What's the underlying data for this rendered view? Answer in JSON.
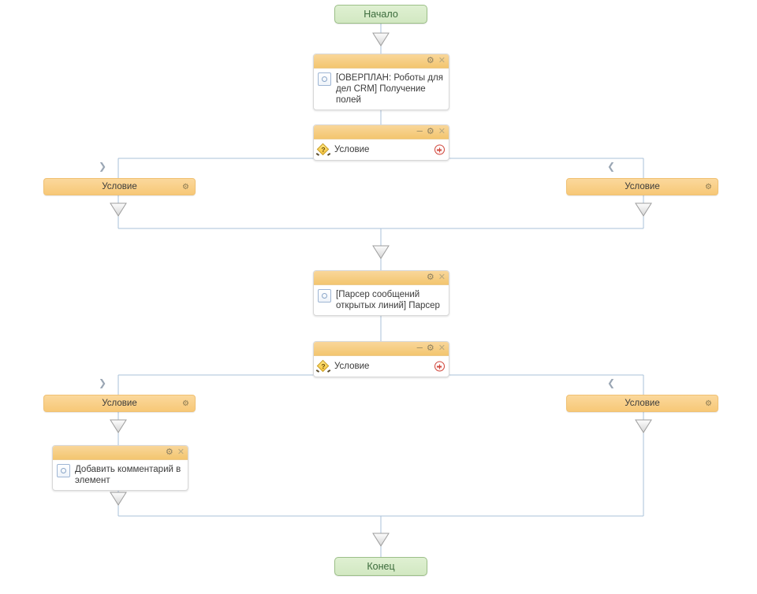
{
  "diagram": {
    "title": "Business process workflow designer",
    "link_color": "#a8c0d8",
    "node_header_color": "#f3c66f",
    "branch_color": "#f7c877",
    "terminal_color": "#d2e8c2"
  },
  "nodes": {
    "start": {
      "label": "Начало",
      "type": "terminal"
    },
    "action_overplan": {
      "label": "[ОВЕРПЛАН: Роботы для дел CRM] Получение полей",
      "type": "action",
      "icon": "robot-action-icon",
      "header_buttons": [
        "gear-icon",
        "close-icon"
      ]
    },
    "condition_1": {
      "label": "Условие",
      "type": "condition",
      "icon": "condition-diamond-icon",
      "header_buttons": [
        "minimize-icon",
        "gear-icon",
        "close-icon"
      ],
      "add_button": "add-branch-icon"
    },
    "branch_1_left": {
      "label": "Условие",
      "type": "branch",
      "marker": ">"
    },
    "branch_1_right": {
      "label": "Условие",
      "type": "branch",
      "marker": "<"
    },
    "action_parser": {
      "label": "[Парсер сообщений открытых линий] Парсер",
      "type": "action",
      "icon": "parser-action-icon",
      "header_buttons": [
        "gear-icon",
        "close-icon"
      ]
    },
    "condition_2": {
      "label": "Условие",
      "type": "condition",
      "icon": "condition-diamond-icon",
      "header_buttons": [
        "minimize-icon",
        "gear-icon",
        "close-icon"
      ],
      "add_button": "add-branch-icon"
    },
    "branch_2_left": {
      "label": "Условие",
      "type": "branch",
      "marker": ">"
    },
    "branch_2_right": {
      "label": "Условие",
      "type": "branch",
      "marker": "<"
    },
    "action_comment": {
      "label": "Добавить комментарий в элемент",
      "type": "action",
      "icon": "comment-action-icon",
      "header_buttons": [
        "gear-icon",
        "close-icon"
      ]
    },
    "end": {
      "label": "Конец",
      "type": "terminal"
    }
  },
  "glyphs": {
    "minimize": "–",
    "gear": "⚙",
    "close": "✕",
    "question": "?",
    "chevron_right": "❯",
    "chevron_left": "❮"
  }
}
